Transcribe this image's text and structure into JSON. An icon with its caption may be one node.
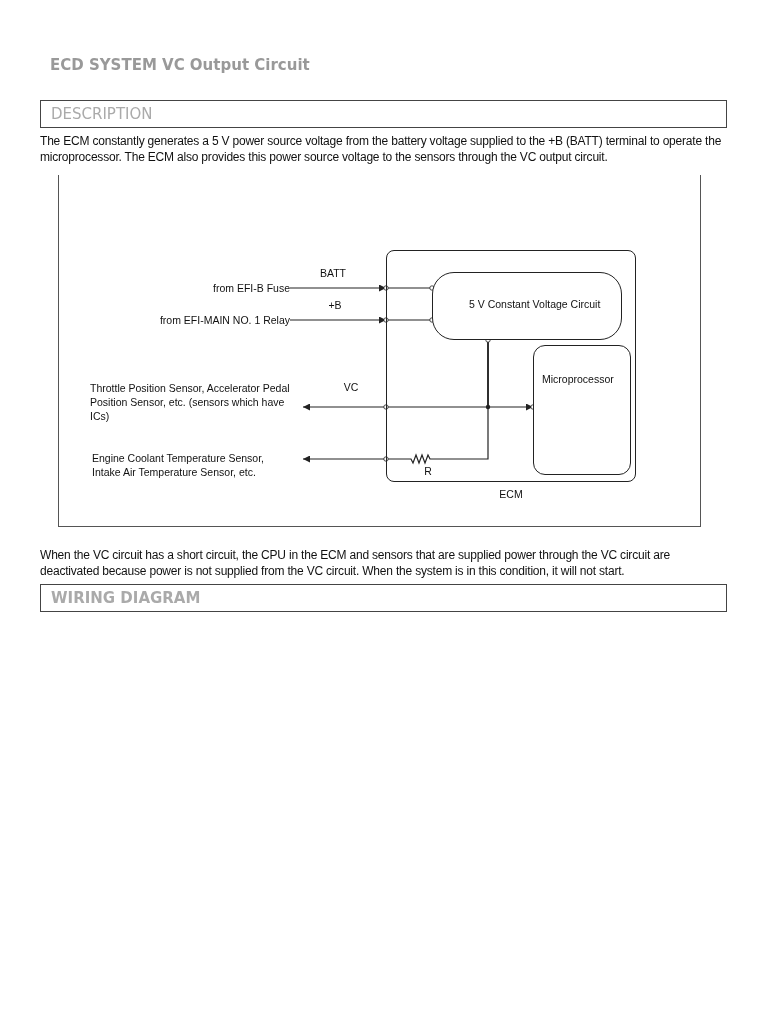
{
  "diagram": {
    "title": "ECD SYSTEM VC Output Circuit",
    "nodes": [
      {
        "text": [
          "ECM"
        ]
      },
      {
        "text": [
          "5 V Constant Voltage Circuit"
        ],
        "in": 0
      },
      {
        "text": [
          "Microprocessor"
        ],
        "in": 0
      },
      {
        "text": [
          "from EFI-B Fuse"
        ]
      },
      {
        "text": [
          "from EFI-MAIN NO. 1 Relay"
        ]
      },
      {
        "text": [
          "Throttle Position Sensor, Accelerator Pedal Position Sensor, etc. (sensors which have ICs)"
        ]
      },
      {
        "text": [
          "Engine Coolant Temperature Sensor, Intake Air Temperature Sensor, etc."
        ]
      }
    ],
    "edges": [
      {
        "from": 3,
        "to": 0,
        "arrow": "to",
        "label": "BATT"
      },
      {
        "from": 4,
        "to": 0,
        "arrow": "to",
        "label": "+B"
      },
      {
        "from": 1,
        "to": 5,
        "arrow": "to",
        "label": "VC"
      },
      {
        "from": 1,
        "to": 2,
        "arrow": "to"
      },
      {
        "from": 1,
        "to": 6,
        "arrow": "to"
      },
      {
        "from": 0,
        "to": 1,
        "arrow": "other"
      },
      {
        "from": 0,
        "to": 1,
        "arrow": "other"
      }
    ],
    "labels": [
      "DESCRIPTION",
      "The ECM constantly generates a 5 V power source voltage from the battery voltage supplied to the +B (BATT) terminal to operate the microprocessor. The ECM also provides this power source voltage to the sensors through the VC output circuit.",
      "R",
      "When the VC circuit has a short circuit, the CPU in the ECM and sensors that are supplied power through the VC circuit are deactivated because power is not supplied from the VC circuit. When the system is in this condition, it will not start.",
      "WIRING DIAGRAM"
    ]
  }
}
